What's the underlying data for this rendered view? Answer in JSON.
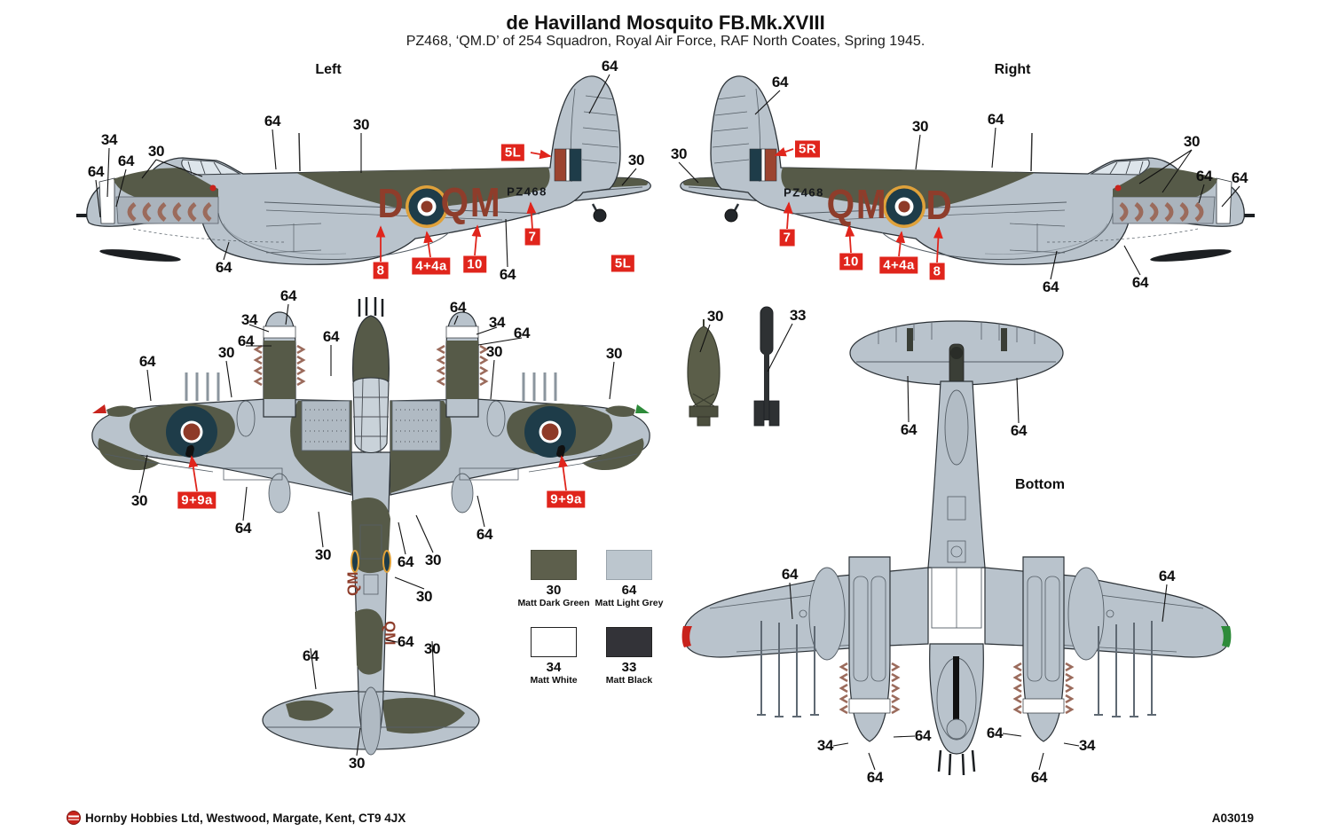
{
  "header": {
    "title": "de Havilland Mosquito FB.Mk.XVIII",
    "subtitle": "PZ468, ‘QM.D’ of 254 Squadron, Royal Air Force, RAF North Coates, Spring 1945."
  },
  "views": {
    "left": {
      "label": "Left",
      "serial": "PZ468",
      "code_a": "D",
      "code_b": "QM"
    },
    "right": {
      "label": "Right",
      "serial": "PZ468",
      "code_a": "QM",
      "code_b": "D"
    },
    "top": {
      "fuselage_code": "QM"
    },
    "bottom": {
      "label": "Bottom"
    }
  },
  "callouts": {
    "left": [
      "64",
      "30",
      "64",
      "34",
      "30",
      "64",
      "64",
      "30",
      "64",
      "64"
    ],
    "right": [
      "64",
      "30",
      "30",
      "64",
      "30",
      "64",
      "64",
      "64",
      "64"
    ],
    "top": [
      "64",
      "34",
      "64",
      "64",
      "64",
      "34",
      "64",
      "30",
      "30",
      "64",
      "30",
      "30",
      "64",
      "30",
      "64",
      "30",
      "64",
      "30",
      "64",
      "30",
      "64",
      "30"
    ],
    "bottom": [
      "64",
      "64",
      "64",
      "64",
      "34",
      "64",
      "64",
      "34",
      "64",
      "64"
    ],
    "ordnance": [
      "30",
      "33"
    ]
  },
  "red_labels": {
    "left": [
      "5L",
      "8",
      "4+4a",
      "10",
      "7",
      "5L"
    ],
    "right": [
      "5R",
      "7",
      "10",
      "4+4a",
      "8"
    ],
    "top": [
      "9+9a",
      "9+9a"
    ]
  },
  "legend": {
    "items": [
      {
        "code": "30",
        "name": "Matt Dark Green",
        "color": "#5d5f4c"
      },
      {
        "code": "64",
        "name": "Matt Light Grey",
        "color": "#bcc6ce"
      },
      {
        "code": "34",
        "name": "Matt White",
        "color": "#ffffff"
      },
      {
        "code": "33",
        "name": "Matt Black",
        "color": "#333338"
      }
    ]
  },
  "palette": {
    "camo_dark_green": "#565a48",
    "camo_light_grey": "#b9c3cc",
    "code_letter_red": "#8e3d2b",
    "roundel_blue": "#1e3c49",
    "roundel_red": "#8e3a28",
    "roundel_yellow": "#dfa13a",
    "fin_flash_red": "#9c4430",
    "callout_red": "#e0251c"
  },
  "footer": {
    "address": "Hornby Hobbies Ltd, Westwood, Margate, Kent, CT9 4JX",
    "product_code": "A03019"
  }
}
